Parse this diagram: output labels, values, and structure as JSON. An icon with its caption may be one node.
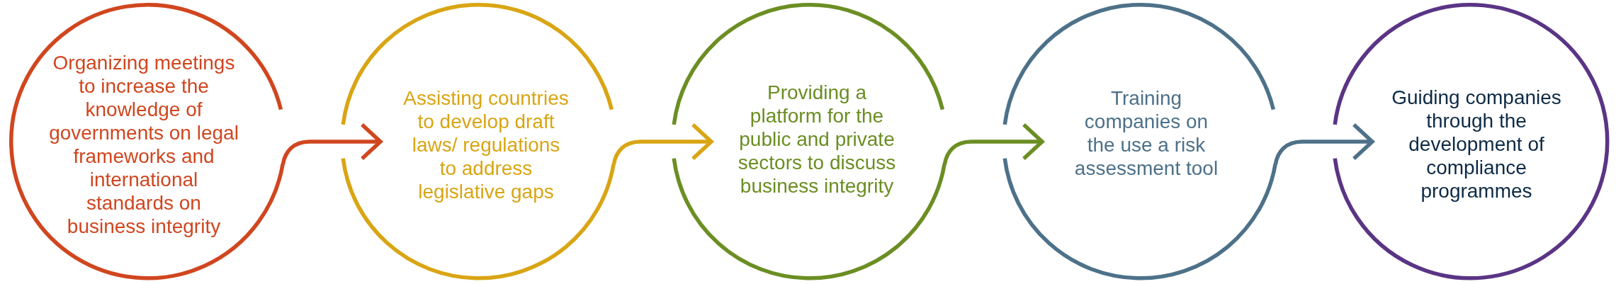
{
  "diagram": {
    "nodes": [
      {
        "text": [
          "Organizing meetings to increase the knowledge of governments on legal frameworks and international standards on business integrity"
        ]
      },
      {
        "text": [
          "Assisting countries to develop draft laws/ regulations to address legislative gaps"
        ]
      },
      {
        "text": [
          "Providing a platform for the public and private sectors to discuss business integrity"
        ]
      },
      {
        "text": [
          "Training companies on the use a risk assessment tool"
        ]
      },
      {
        "text": [
          "Guiding companies through the development of compliance programmes"
        ]
      }
    ],
    "edges": [
      {
        "from": 0,
        "to": 1,
        "arrow": "to",
        "color": "#d0461f"
      },
      {
        "from": 1,
        "to": 2,
        "arrow": "to",
        "color": "#d9a514"
      },
      {
        "from": 2,
        "to": 3,
        "arrow": "to",
        "color": "#6b8e23"
      },
      {
        "from": 3,
        "to": 4,
        "arrow": "to",
        "color": "#4d7189"
      }
    ]
  }
}
